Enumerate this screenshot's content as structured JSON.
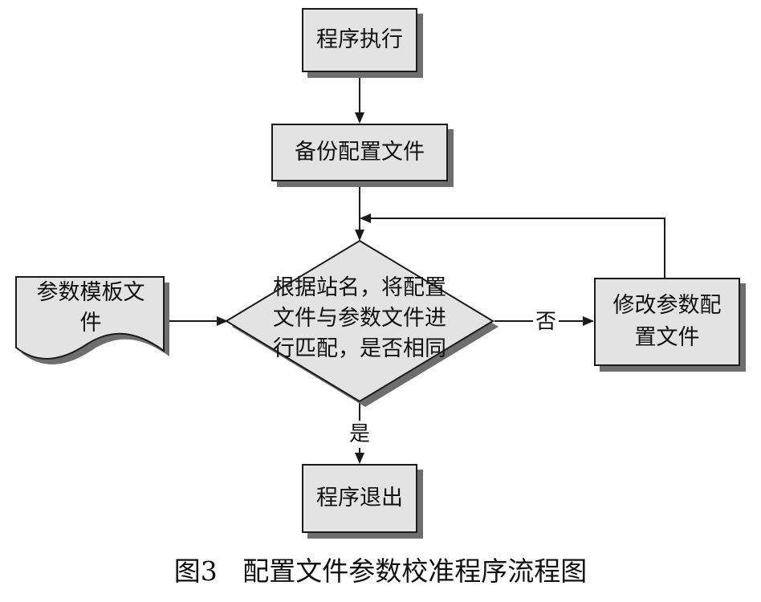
{
  "nodes": {
    "start": "程序执行",
    "backup": "备份配置文件",
    "decision": [
      "根据站名，将配置",
      "文件与参数文件进",
      "行匹配，是否相同"
    ],
    "template": [
      "参数模板文",
      "件"
    ],
    "modify": [
      "修改参数配",
      "置文件"
    ],
    "exit": "程序退出"
  },
  "edges": {
    "no_label": "否",
    "yes_label": "是"
  },
  "caption": {
    "figure_number": "图3",
    "title": "配置文件参数校准程序流程图"
  },
  "colors": {
    "box_fill": "#e3e3e3",
    "box_shadow": "#6e6e6e",
    "line": "#1a1a1a"
  }
}
